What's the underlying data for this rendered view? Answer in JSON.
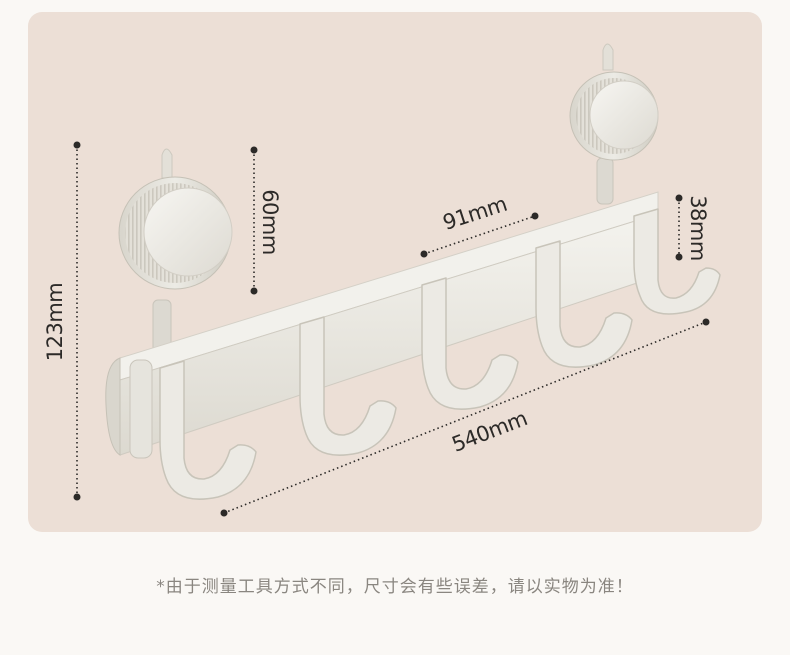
{
  "dimensions": {
    "height_total": "123mm",
    "suction_height": "60mm",
    "hook_spacing": "91mm",
    "hook_height": "38mm",
    "total_length": "540mm"
  },
  "footnote": "*由于测量工具方式不同，尺寸会有些误差，请以实物为准！",
  "colors": {
    "panel_background": "#ecdfd6",
    "product_body": "#e9e7e0",
    "dimension_line": "#2c2a28",
    "footnote_text": "#8a8680"
  },
  "icons": {
    "product": "wall-hook-rack-with-suction-cups"
  }
}
